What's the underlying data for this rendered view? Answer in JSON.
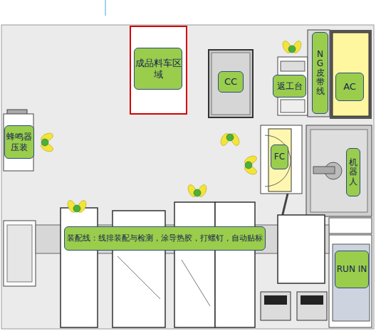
{
  "diagram": {
    "nodes": [
      {
        "text": [
          "成品料车区域"
        ]
      },
      {
        "text": [
          "CC"
        ]
      },
      {
        "text": [
          "返工台"
        ]
      },
      {
        "text": [
          "NG皮带线"
        ]
      },
      {
        "text": [
          "AC"
        ]
      },
      {
        "text": [
          "蜂鸣器压装"
        ]
      },
      {
        "text": [
          "FC"
        ]
      },
      {
        "text": [
          "机器人"
        ]
      },
      {
        "text": [
          "装配线：线排装配与检测，涂导热胶，打螺钉，自动贴标"
        ]
      },
      {
        "text": [
          "RUN IN"
        ]
      }
    ]
  }
}
